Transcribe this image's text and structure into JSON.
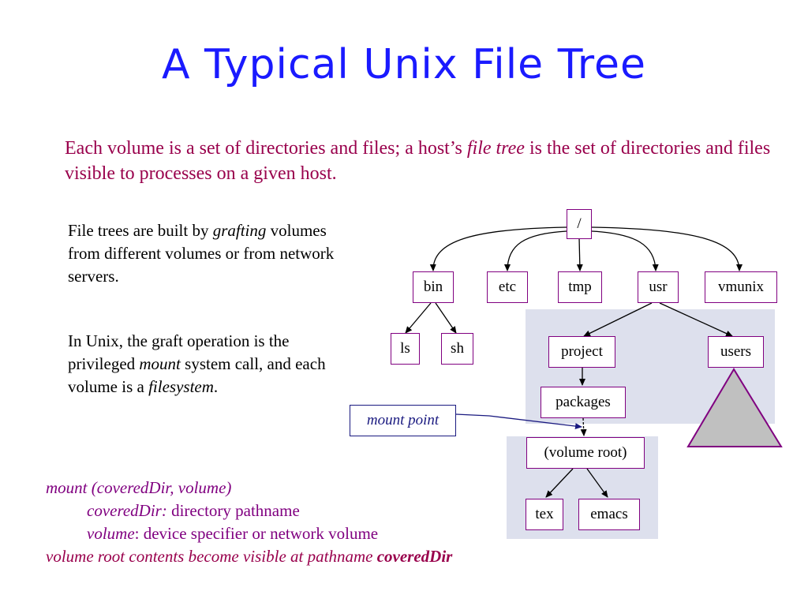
{
  "title": "A Typical Unix File Tree",
  "intro": {
    "part1": "Each volume is a set of directories and files; a host’s ",
    "em": "file tree",
    "part2": " is the set of directories and files visible to processes on a given host."
  },
  "para1": {
    "part1": "File trees are built by ",
    "em": "grafting",
    "part2": " volumes from different volumes or from network servers."
  },
  "para2": {
    "part1": "In Unix, the graft operation is the privileged ",
    "em1": "mount",
    "part2": " system call, and each volume is a ",
    "em2": "filesystem",
    "part3": "."
  },
  "tree": {
    "root": "/",
    "bin": "bin",
    "etc": "etc",
    "tmp": "tmp",
    "usr": "usr",
    "vmunix": "vmunix",
    "ls": "ls",
    "sh": "sh",
    "project": "project",
    "users": "users",
    "packages": "packages",
    "volume_root": "(volume root)",
    "tex": "tex",
    "emacs": "emacs"
  },
  "mount_point_label": "mount point",
  "bottom": {
    "line1": "mount (coveredDir, volume)",
    "line2_em": "coveredDir:",
    "line2_rest": " directory pathname",
    "line3_em": "volume",
    "line3_rest": ": device specifier or network volume",
    "line4_em": "volume root contents become visible at pathname ",
    "line4_bold": "coveredDir"
  },
  "colors": {
    "title": "#1a1aff",
    "intro_text": "#99004c",
    "bottom_text": "#800080",
    "node_border": "#800080",
    "panel": "#dde0ed",
    "triangle_fill": "#c0c0c0",
    "mount_arrow": "#1a1a80"
  }
}
